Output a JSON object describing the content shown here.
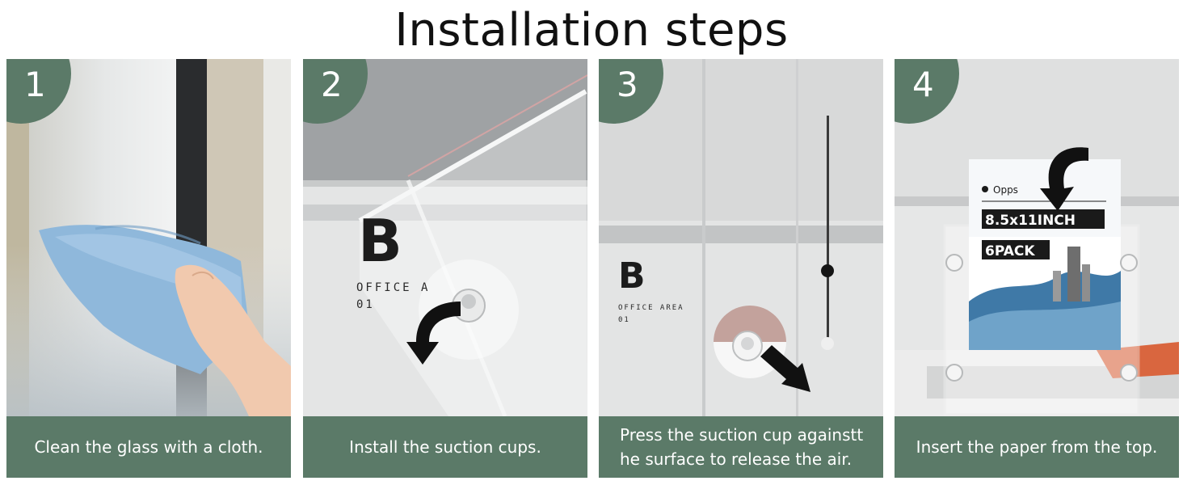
{
  "title": "Installation steps",
  "brand_color": "#5b7a68",
  "steps": [
    {
      "number": "1",
      "caption": "Clean the glass with a cloth."
    },
    {
      "number": "2",
      "caption": "Install the suction cups.",
      "sign_letter": "B",
      "sign_line1": "OFFICE A",
      "sign_line2": "01"
    },
    {
      "number": "3",
      "caption_line1": "Press the suction cup againstt",
      "caption_line2": "he surface to release the air.",
      "sign_letter": "B",
      "sign_line1": "OFFICE AREA",
      "sign_line2": "01"
    },
    {
      "number": "4",
      "caption": "Insert the paper from the top.",
      "poster_location": "Opps",
      "poster_line1": "8.5x11INCH",
      "poster_line2": "6PACK"
    }
  ],
  "icons": [
    "arrow-icon",
    "location-pin-icon",
    "suction-cup-icon"
  ]
}
